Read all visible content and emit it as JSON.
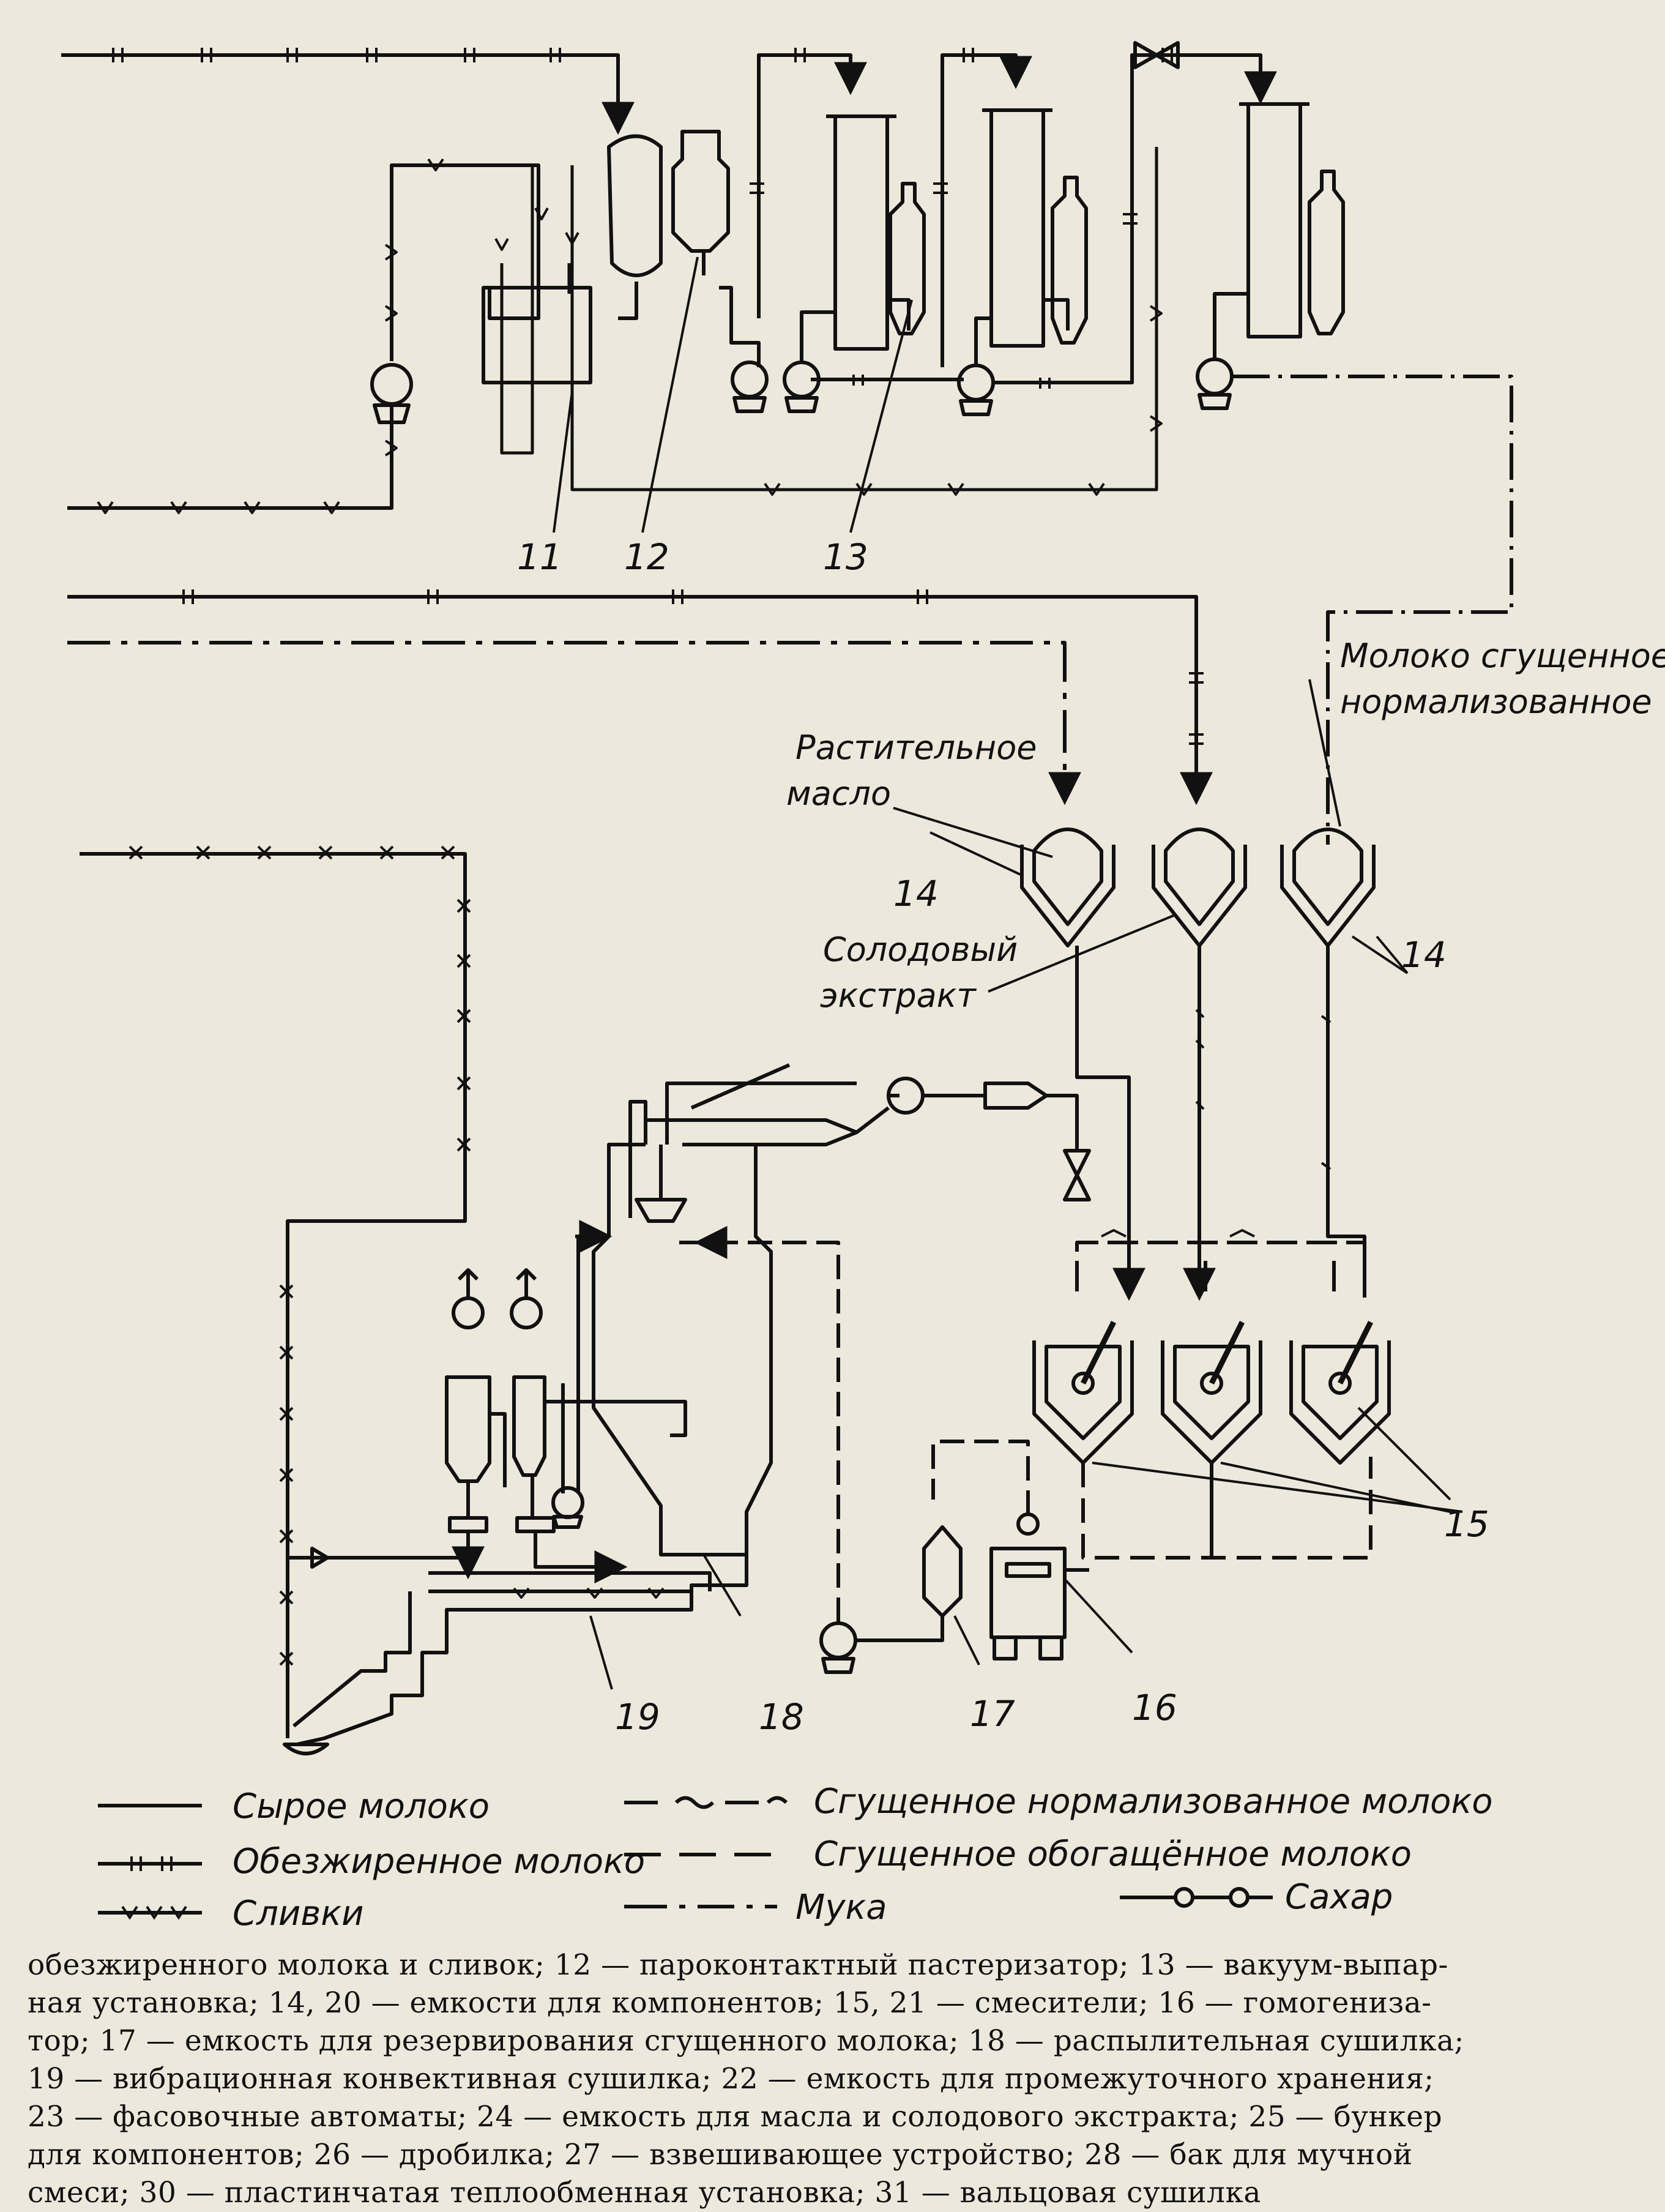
{
  "labels": {
    "n11": "11",
    "n12": "12",
    "n13": "13",
    "n14a": "14",
    "n14b": "14",
    "n15": "15",
    "n16": "16",
    "n17": "17",
    "n18": "18",
    "n19": "19"
  },
  "notes": {
    "veg_oil_1": "Растительное",
    "veg_oil_2": "масло",
    "malt_1": "Солодовый",
    "malt_2": "экстракт",
    "milk_1": "Молоко сгущенное",
    "milk_2": "нормализованное"
  },
  "legend": {
    "raw_milk": "Сырое молоко",
    "skim_milk": "Обезжиренное молоко",
    "cream": "Сливки",
    "condensed_norm": "Сгущенное нормализованное молоко",
    "condensed_enriched": "Сгущенное обогащённое молоко",
    "flour": "Мука",
    "sugar": "Сахар"
  },
  "caption": [
    "обезжиренного молока и сливок; 12 — пароконтактный пастеризатор; 13 — вакуум-выпар-",
    "ная установка; 14, 20 — емкости для компонентов; 15, 21 — смесители; 16 — гомогениза-",
    "тор; 17 — емкость для резервирования сгущенного молока; 18 — распылительная сушилка;",
    "19 — вибрационная конвективная сушилка; 22 — емкость для промежуточного хранения;",
    "23 — фасовочные автоматы; 24 — емкость для масла и солодового экстракта; 25 — бункер",
    "для компонентов; 26 — дробилка; 27 — взвешивающее устройство; 28 — бак для мучной",
    "смеси; 30 — пластинчатая теплообменная установка; 31 — вальцовая сушилка"
  ]
}
